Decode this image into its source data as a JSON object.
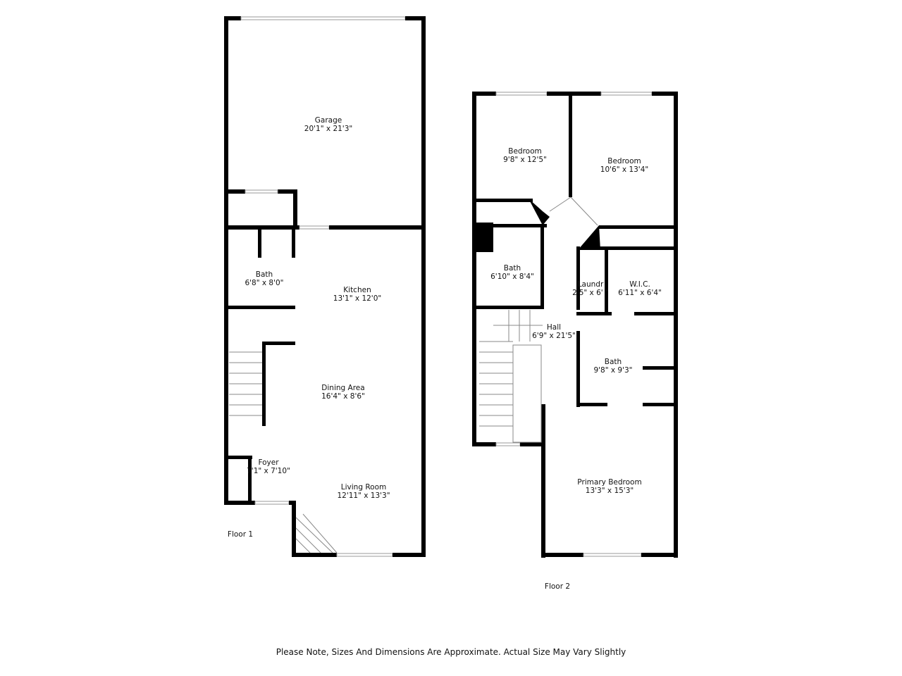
{
  "floors": [
    {
      "label": "Floor 1",
      "rooms": [
        {
          "name": "Garage",
          "dims": "20'1\" x 21'3\""
        },
        {
          "name": "Bath",
          "dims": "6'8\" x 8'0\""
        },
        {
          "name": "Kitchen",
          "dims": "13'1\" x 12'0\""
        },
        {
          "name": "Dining Area",
          "dims": "16'4\" x 8'6\""
        },
        {
          "name": "Foyer",
          "dims": "7'1\" x 7'10\""
        },
        {
          "name": "Living Room",
          "dims": "12'11\" x 13'3\""
        }
      ]
    },
    {
      "label": "Floor 2",
      "rooms": [
        {
          "name": "Bedroom",
          "dims": "9'8\" x 12'5\""
        },
        {
          "name": "Bedroom",
          "dims": "10'6\" x 13'4\""
        },
        {
          "name": "Bath",
          "dims": "6'10\" x 8'4\""
        },
        {
          "name": "Laundr",
          "dims": "2'5\" x 6'  \""
        },
        {
          "name": "W.I.C.",
          "dims": "6'11\" x 6'4\""
        },
        {
          "name": "Hall",
          "dims": "6'9\" x 21'5\""
        },
        {
          "name": "Bath",
          "dims": "9'8\" x 9'3\""
        },
        {
          "name": "Primary Bedroom",
          "dims": "13'3\" x 15'3\""
        }
      ]
    }
  ],
  "disclaimer": "Please Note, Sizes And Dimensions Are Approximate. Actual Size May Vary Slightly"
}
